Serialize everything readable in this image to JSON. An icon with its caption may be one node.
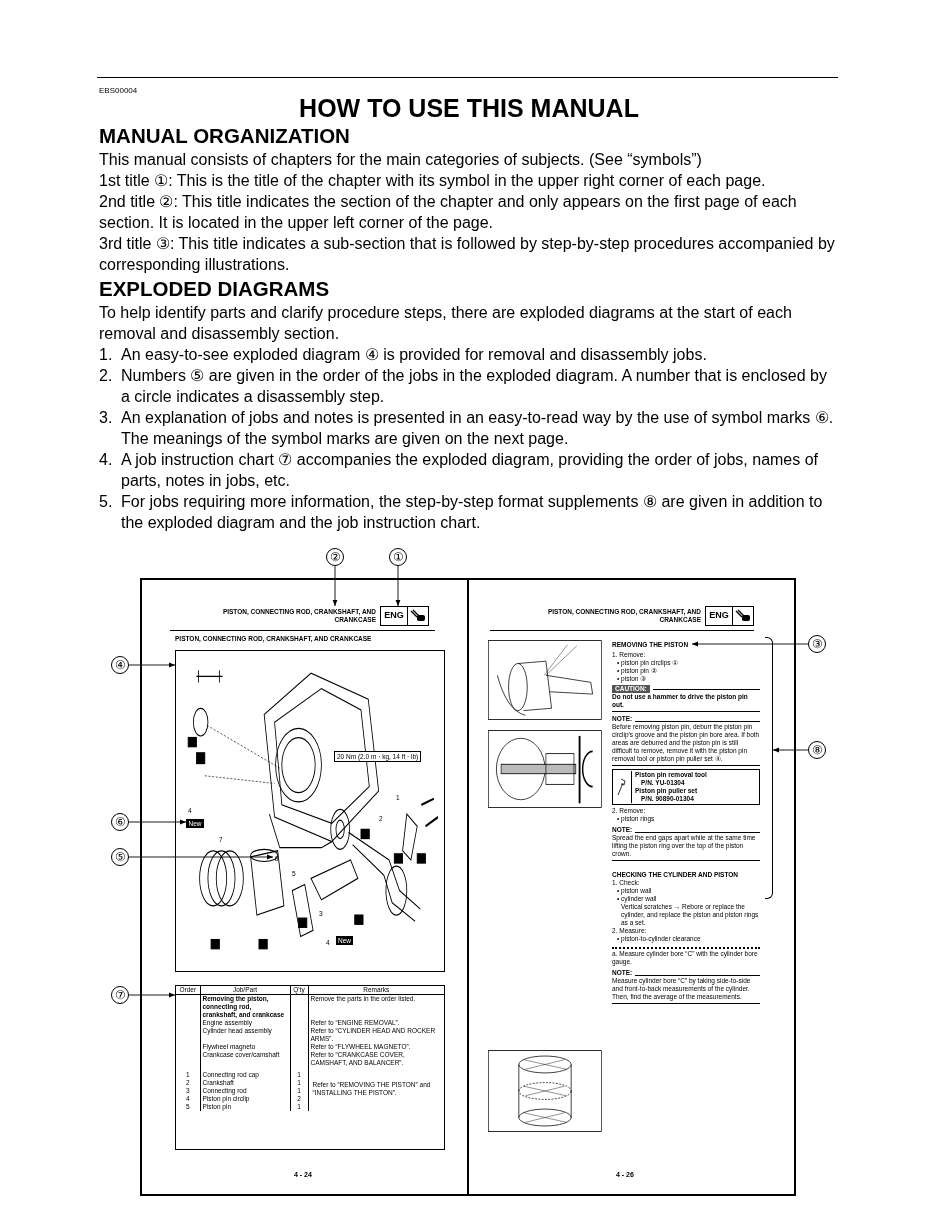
{
  "diagram": {
    "title": "HOW TO USE THIS MANUAL",
    "nodes": [
      {
        "text": [
          "②"
        ]
      },
      {
        "text": [
          "①"
        ]
      },
      {
        "text": [
          "PISTON, CONNECTING ROD, CRANKSHAFT, AND CRANKCASE"
        ]
      },
      {
        "text": [
          "ENG"
        ]
      },
      {
        "text": [
          "④"
        ]
      },
      {
        "text": [],
        "shape": "picture"
      },
      {
        "text": [
          "⑥"
        ]
      },
      {
        "text": [
          "New"
        ],
        "in": 5
      },
      {
        "text": [
          "⑤"
        ]
      },
      {
        "text": [
          "6"
        ],
        "in": 5
      },
      {
        "text": [
          "⑦"
        ]
      },
      {
        "text": [],
        "shape": "box"
      },
      {
        "text": [
          "③"
        ]
      },
      {
        "text": [
          "REMOVING THE PISTON"
        ]
      },
      {
        "text": [
          "⑧"
        ]
      },
      {
        "text": [],
        "shape": "bracket"
      }
    ],
    "edges": [
      {
        "from": 0,
        "to": 2,
        "arrow": "to"
      },
      {
        "from": 1,
        "to": 3,
        "arrow": "to"
      },
      {
        "from": 4,
        "to": 5,
        "arrow": "to"
      },
      {
        "from": 6,
        "to": 7,
        "arrow": "to"
      },
      {
        "from": 8,
        "to": 9,
        "arrow": "to"
      },
      {
        "from": 10,
        "to": 11,
        "arrow": "to"
      },
      {
        "from": 12,
        "to": 13,
        "arrow": "to"
      },
      {
        "from": 14,
        "to": 15,
        "arrow": "to"
      }
    ],
    "labels": [
      "EBS00004",
      "MANUAL ORGANIZATION",
      "This manual consists of chapters for the main categories of subjects. (See “symbols”)",
      "1st title ①: This is the title of the chapter with its symbol in the upper right corner of each page.",
      "2nd title ②: This title indicates the section of the chapter and only appears on the first page of each section. It is located in the upper left corner of the page.",
      "3rd title ③: This title indicates a sub-section that is followed by step-by-step procedures accompanied by corresponding illustrations.",
      "EXPLODED DIAGRAMS",
      "To help identify parts and clarify procedure steps, there are exploded diagrams at the start of each removal and disassembly section.",
      "1.",
      "An easy-to-see exploded diagram ④ is provided for removal and disassembly jobs.",
      "2.",
      "Numbers ⑤ are given in the order of the jobs in the exploded diagram. A number that is enclosed by a circle indicates a disassembly step.",
      "3.",
      "An explanation of jobs and notes is presented in an easy-to-read way by the use of symbol marks ⑥. The meanings of the symbol marks are given on the next page.",
      "4.",
      "A job instruction chart ⑦ accompanies the exploded diagram, providing the order of jobs, names of parts, notes in jobs, etc.",
      "5.",
      "For jobs requiring more information, the step-by-step format supplements ⑧ are given in addition to the exploded diagram and the job instruction chart.",
      "PISTON, CONNECTING ROD, CRANKSHAFT, AND CRANKCASE",
      "20 Nm (2.0 m · kg, 14 ft · lb)",
      "1",
      "2",
      "4",
      "7",
      "5",
      "3",
      "4",
      "New",
      "Order",
      "Job/Part",
      "Q'ty",
      "Remarks",
      "Removing the piston, connecting rod, crankshaft, and crankcase",
      "Remove the parts in the order listed.",
      "Engine assembly",
      "Refer to “ENGINE REMOVAL”.",
      "Cylinder head assembly",
      "Refer to “CYLINDER HEAD AND ROCKER ARMS”.",
      "Flywheel magneto",
      "Refer to “FLYWHEEL MAGNETO”.",
      "Crankcase cover/camshaft",
      "Refer to “CRANKCASE COVER, CAMSHAFT, AND BALANCER”.",
      "1",
      "Connecting rod cap",
      "1",
      "2",
      "Crankshaft",
      "1",
      "3",
      "Connecting rod",
      "1",
      "4",
      "Piston pin circlip",
      "2",
      "5",
      "Piston pin",
      "1",
      "Refer to “REMOVING THE PISTON” and “INSTALLING THE PISTON”.",
      "4 - 24",
      "PISTON, CONNECTING ROD, CRANKSHAFT, AND CRANKCASE",
      "ENG",
      "1. Remove:",
      "• piston pin circlips ①",
      "• piston pin ②",
      "• piston ③",
      "CAUTION:",
      "Do not use a hammer to drive the piston pin out.",
      "NOTE:",
      "Before removing piston pin, deburr the piston pin circlip's groove and the piston pin bore area. If both areas are deburred and the piston pin is still difficult to remove, remove it with the piston pin removal tool or piston pin puller set ④.",
      "Piston pin removal tool",
      "P/N. YU-01304",
      "Piston pin puller set",
      "P/N. 90890-01304",
      "2. Remove:",
      "• piston rings",
      "NOTE:",
      "Spread the end gaps apart while at the same time lifting the piston ring over the top of the piston crown.",
      "CHECKING THE CYLINDER AND PISTON",
      "1. Check:",
      "• piston wall",
      "• cylinder wall",
      "Vertical scratches → Rebore or replace the cylinder, and replace the piston and piston rings as a set.",
      "2. Measure:",
      "• piston-to-cylinder clearance",
      "a. Measure cylinder bore “C” with the cylinder bore gauge.",
      "NOTE:",
      "Measure cylinder bore “C” by taking side-to-side and front-to-back measurements of the cylinder. Then, find the average of the measurements.",
      "4 - 26"
    ]
  }
}
